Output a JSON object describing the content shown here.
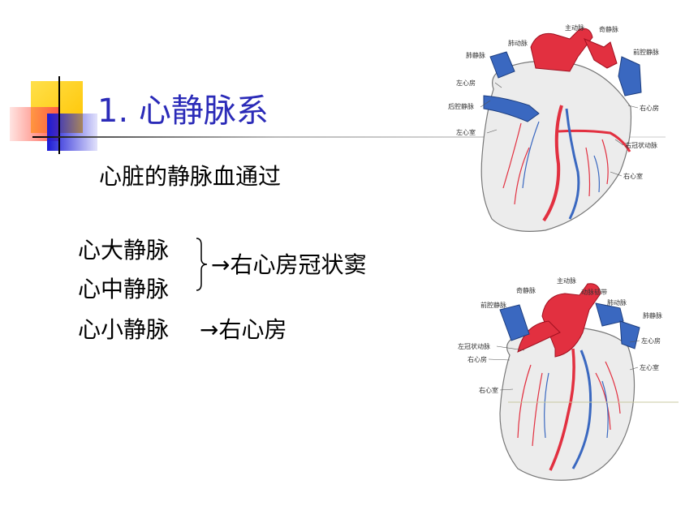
{
  "slide": {
    "title": "1. 心静脉系",
    "intro": "心脏的静脉血通过",
    "veins": [
      "心大静脉",
      "心中静脉",
      "心小静脉"
    ],
    "dest_coronary_sinus": "→右心房冠状窦",
    "dest_right_atrium": "→右心房"
  },
  "heart_top_labels": [
    "主动脉",
    "奇静脉",
    "肺动脉",
    "前腔静脉",
    "肺静脉",
    "左心房",
    "后腔静脉",
    "右心房",
    "左心室",
    "右冠状动脉",
    "右心室"
  ],
  "heart_bottom_labels": [
    "主动脉",
    "奇静脉",
    "动脉韧带",
    "前腔静脉",
    "肺动脉",
    "肺静脉",
    "左冠状动脉",
    "左心房",
    "右心房",
    "左心室",
    "右心室"
  ],
  "colors": {
    "title": "#2b2bb8",
    "artery": "#e0283a",
    "vein": "#2c5fb8"
  }
}
